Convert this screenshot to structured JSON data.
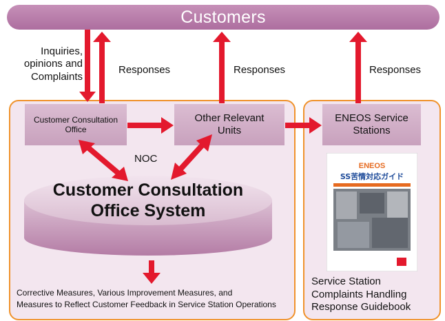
{
  "header": {
    "customers": "Customers"
  },
  "flows": {
    "inquiries": [
      "Inquiries,",
      "opinions and",
      "Complaints"
    ],
    "responses_1": "Responses",
    "responses_2": "Responses",
    "responses_3": "Responses",
    "noc": "NOC"
  },
  "units": {
    "customer_consultation_office": [
      "Customer Consultation",
      "Office"
    ],
    "other_relevant_units": [
      "Other Relevant",
      "Units"
    ],
    "eneos_service_stations": [
      "ENEOS Service",
      "Stations"
    ]
  },
  "system": {
    "title": [
      "Customer Consultation",
      "Office System"
    ]
  },
  "outcome": [
    "Corrective Measures, Various Improvement Measures, and",
    "Measures to Reflect Customer Feedback in Service Station Operations"
  ],
  "guidebook": {
    "caption": [
      "Service Station",
      "Complaints Handling",
      "Response Guidebook"
    ],
    "cover_logo": "ENEOS",
    "cover_title": "SS苦情対応ガイド"
  },
  "colors": {
    "arrow": "#e3192d",
    "panel_border": "#f0922b",
    "panel_fill": "#f3e6ef",
    "header": "#b97ba9",
    "box": "#d2b1c8"
  }
}
